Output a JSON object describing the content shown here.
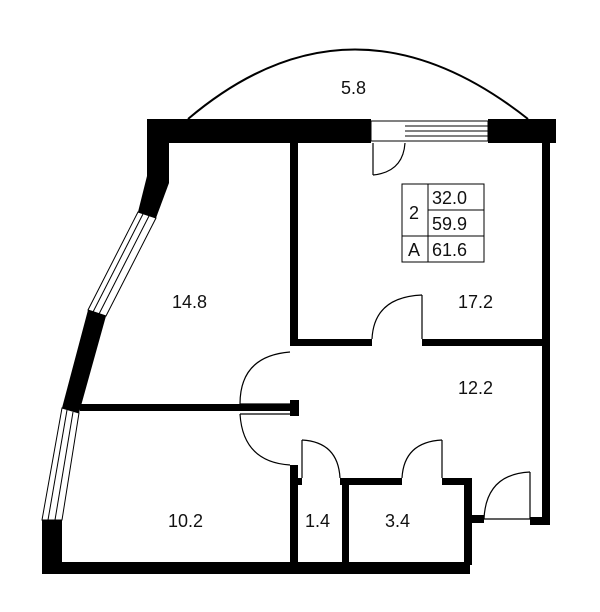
{
  "rooms": [
    {
      "id": "loggia",
      "area": "5.8"
    },
    {
      "id": "room-left",
      "area": "14.8"
    },
    {
      "id": "room-right",
      "area": "17.2"
    },
    {
      "id": "hall",
      "area": "12.2"
    },
    {
      "id": "kitchen",
      "area": "10.2"
    },
    {
      "id": "wc",
      "area": "1.4"
    },
    {
      "id": "bath",
      "area": "3.4"
    }
  ],
  "summary": {
    "rooms_count": "2",
    "living_area": "32.0",
    "total_area": "59.9",
    "type_letter": "A",
    "total_with_loggia": "61.6"
  },
  "colors": {
    "wall": "#000000",
    "background": "#ffffff"
  }
}
